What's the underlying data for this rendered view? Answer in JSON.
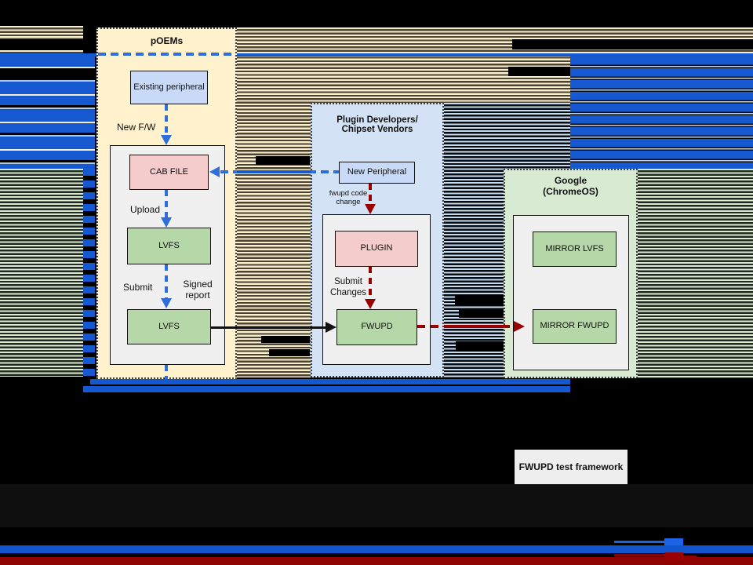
{
  "colors": {
    "accent_blue": "#1658D0",
    "arrow_blue": "#2E6EDC",
    "arrow_red": "#990000",
    "bottom_red": "#8F0300",
    "cream_panel": "#FFF2CC",
    "blue_panel": "#D3E2F4",
    "green_panel": "#D9EAD3",
    "node_blue": "#C9DAF8",
    "node_pink": "#F4CCCC",
    "node_green": "#B6D7A8"
  },
  "poems_panel": {
    "title": "pOEMs",
    "existing_peripheral": "Existing peripheral",
    "new_fw": "New F/W",
    "cab_file": "CAB FILE",
    "upload": "Upload",
    "lvfs_top": "LVFS",
    "submit": "Submit",
    "signed_report": "Signed report",
    "lvfs_bottom": "LVFS"
  },
  "plugin_panel": {
    "title_line1": "Plugin Developers/",
    "title_line2": "Chipset Vendors",
    "new_peripheral": "New Peripheral",
    "fwupd_code_change": "fwupd code change",
    "plugin": "PLUGIN",
    "submit_changes": "Submit Changes",
    "fwupd": "FWUPD"
  },
  "google_panel": {
    "title_line1": "Google",
    "title_line2": "(ChromeOS)",
    "mirror_lvfs": "MIRROR LVFS",
    "mirror_fwupd": "MIRROR FWUPD"
  },
  "footer": {
    "test_framework": "FWUPD test framework"
  }
}
